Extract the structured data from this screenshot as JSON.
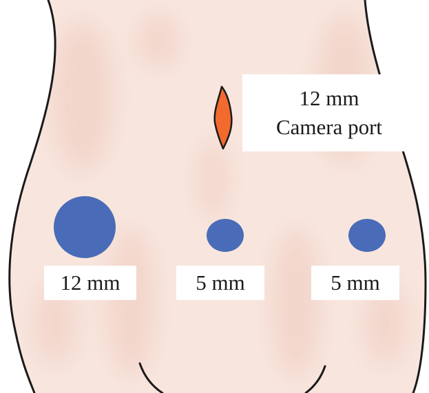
{
  "camera_port": {
    "size": "12 mm",
    "name": "Camera port"
  },
  "ports": [
    {
      "id": "left",
      "label": "12 mm"
    },
    {
      "id": "center",
      "label": "5 mm"
    },
    {
      "id": "right",
      "label": "5 mm"
    }
  ],
  "colors": {
    "skin_base": "#f8e6de",
    "skin_shadow": "#eec7bb",
    "outline": "#1a1a1a",
    "port_marker": "#4a6cb8",
    "incision": "#f26a2e",
    "label_background": "#ffffff"
  }
}
